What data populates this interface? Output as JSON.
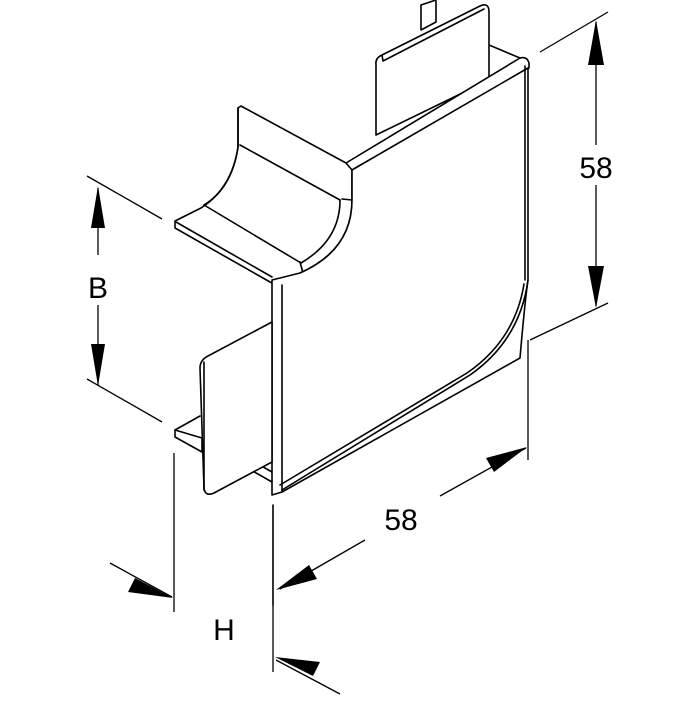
{
  "diagram": {
    "type": "isometric technical drawing",
    "subject": "cable duct flat elbow (90° bend) fitting",
    "colors": {
      "line": "#000000",
      "background": "#ffffff"
    },
    "dimensions": {
      "height_right": {
        "label": "58"
      },
      "length_bottom": {
        "label": "58"
      },
      "width": {
        "label": "B"
      },
      "depth": {
        "label": "H"
      }
    }
  }
}
